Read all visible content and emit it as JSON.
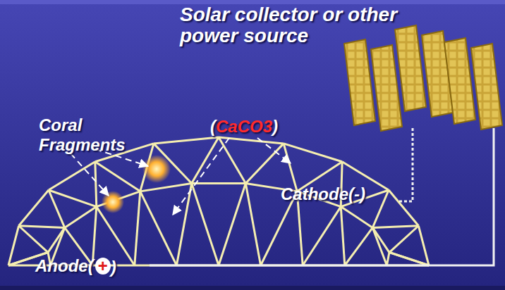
{
  "diagram": {
    "labels": [
      "Solar collector or other power source",
      "Coral Fragments",
      "(",
      "CaCO3",
      ")",
      "Cathode(-)",
      "Anode(",
      "+",
      ")"
    ]
  }
}
